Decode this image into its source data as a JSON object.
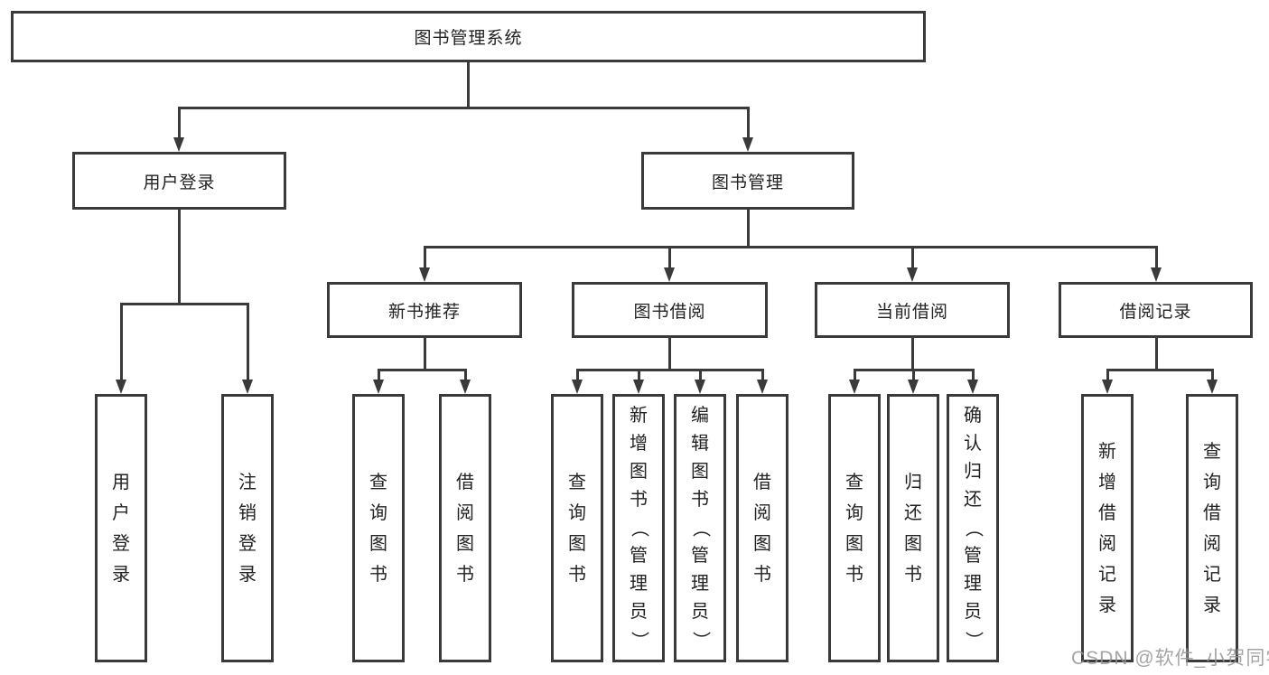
{
  "tree": {
    "root": "图书管理系统",
    "branches": [
      {
        "label": "用户登录",
        "children": [
          "用户登录",
          "注销登录"
        ]
      },
      {
        "label": "图书管理",
        "groups": [
          {
            "label": "新书推荐",
            "children": [
              "查询图书",
              "借阅图书"
            ]
          },
          {
            "label": "图书借阅",
            "children": [
              "查询图书",
              "新增图书（管理员）",
              "编辑图书（管理员）",
              "借阅图书"
            ]
          },
          {
            "label": "当前借阅",
            "children": [
              "查询图书",
              "归还图书",
              "确认归还（管理员）"
            ]
          },
          {
            "label": "借阅记录",
            "children": [
              "新增借阅记录",
              "查询借阅记录"
            ]
          }
        ]
      }
    ]
  },
  "watermark": {
    "text": "CSDN @软件_小贺同学"
  },
  "colors": {
    "line": "#3a3a3a",
    "text": "#222222",
    "background": "#ffffff",
    "watermark": "#949494"
  }
}
